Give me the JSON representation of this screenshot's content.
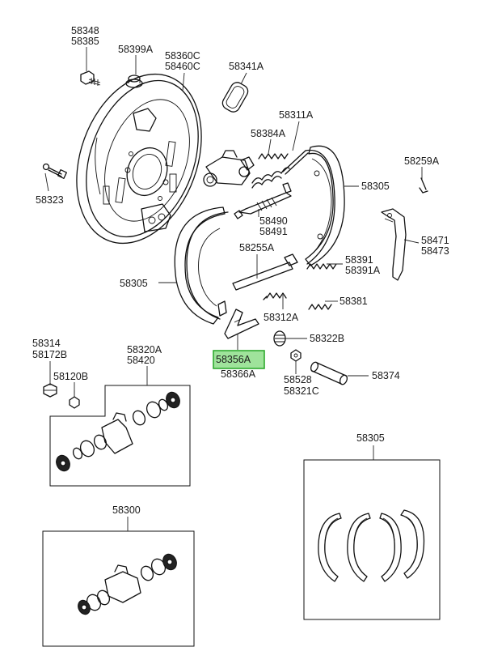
{
  "diagram": {
    "highlight_color": "#9fe39b",
    "highlight_border": "#2faa2f",
    "labels": {
      "l58348": "58348",
      "l58385": "58385",
      "l58399A": "58399A",
      "l58360C": "58360C",
      "l58460C": "58460C",
      "l58341A": "58341A",
      "l58311A": "58311A",
      "l58384A": "58384A",
      "l58323": "58323",
      "l58305a": "58305",
      "l58259A": "58259A",
      "l58490": "58490",
      "l58491": "58491",
      "l58471": "58471",
      "l58473": "58473",
      "l58305b": "58305",
      "l58255A": "58255A",
      "l58391": "58391",
      "l58391A": "58391A",
      "l58381": "58381",
      "l58312A": "58312A",
      "l58314": "58314",
      "l58172B": "58172B",
      "l58320A": "58320A",
      "l58420": "58420",
      "l58322B": "58322B",
      "l58356A": "58356A",
      "l58366A": "58366A",
      "l58120B": "58120B",
      "l58528": "58528",
      "l58321C": "58321C",
      "l58374": "58374",
      "l58305c": "58305",
      "l58300": "58300"
    }
  }
}
